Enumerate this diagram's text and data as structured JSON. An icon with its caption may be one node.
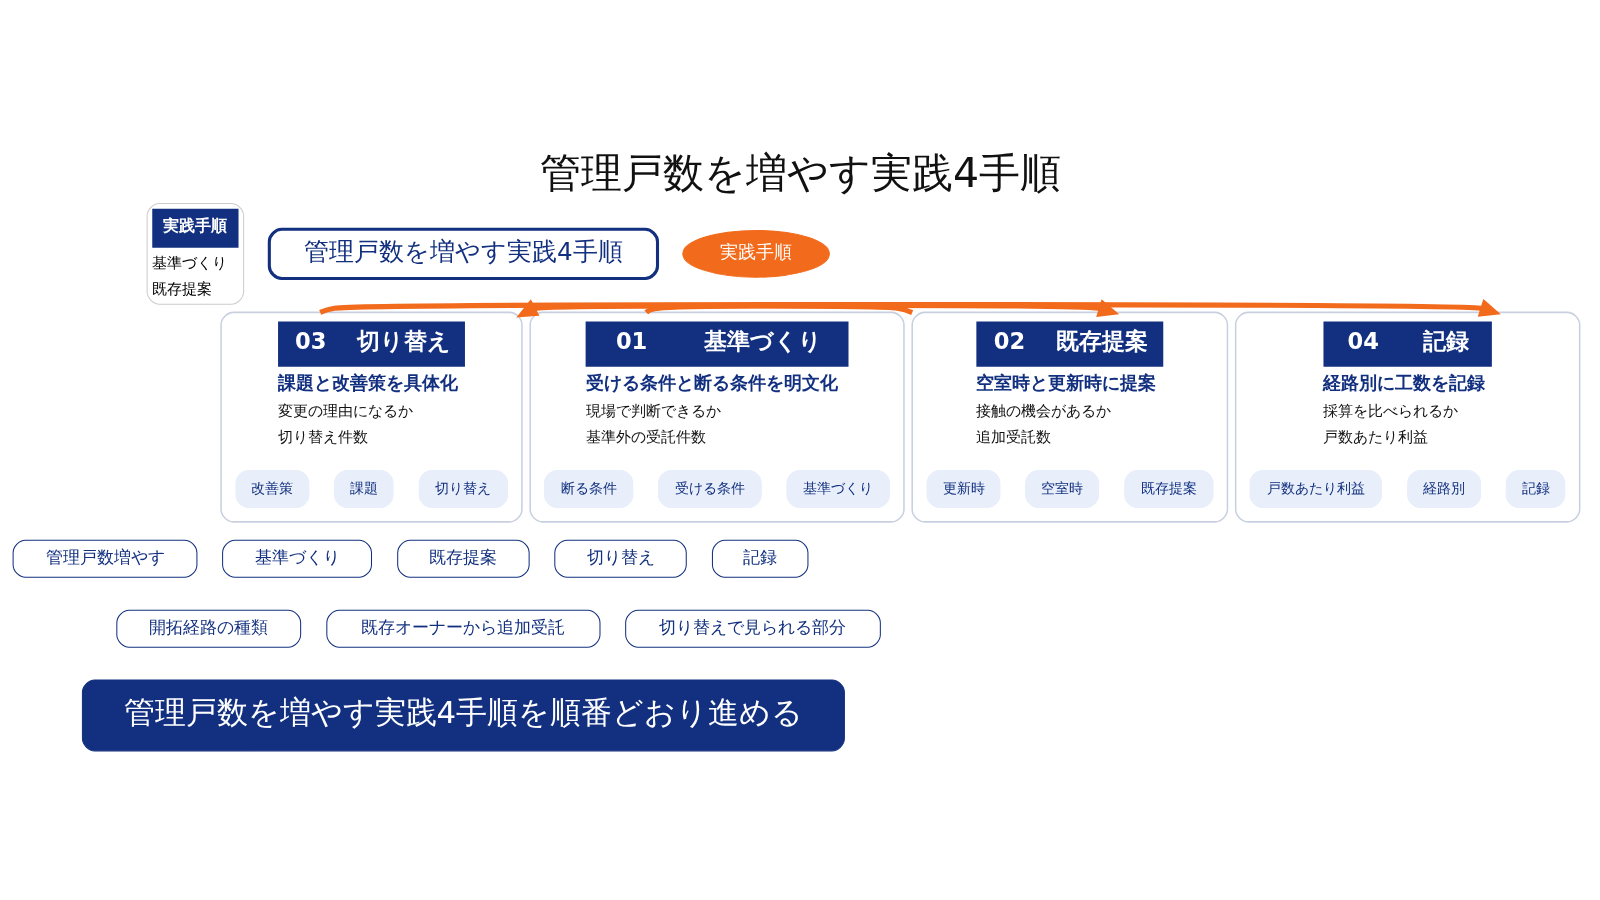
{
  "diagram": {
    "title": "管理戸数を増やす実践4手順",
    "nodes": [
      {
        "text": [
          "実践手順",
          "基準づくり",
          "既存提案"
        ]
      },
      {
        "text": [
          "管理戸数を増やす実践4手順"
        ]
      },
      {
        "text": [
          "実践手順"
        ]
      },
      {
        "text": [
          "01",
          "基準づくり",
          "受ける条件と断る条件を明文化",
          "現場で判断できるか",
          "基準外の受託件数"
        ]
      },
      {
        "text": [
          "基準づくり"
        ],
        "in": 3
      },
      {
        "text": [
          "受ける条件"
        ],
        "in": 3
      },
      {
        "text": [
          "断る条件"
        ],
        "in": 3
      },
      {
        "text": [
          "02",
          "既存提案",
          "空室時と更新時に提案",
          "接触の機会があるか",
          "追加受託数"
        ]
      },
      {
        "text": [
          "既存提案"
        ],
        "in": 7
      },
      {
        "text": [
          "空室時"
        ],
        "in": 7
      },
      {
        "text": [
          "更新時"
        ],
        "in": 7
      },
      {
        "text": [
          "03",
          "切り替え",
          "課題と改善策を具体化",
          "変更の理由になるか",
          "切り替え件数"
        ]
      },
      {
        "text": [
          "切り替え"
        ],
        "in": 11
      },
      {
        "text": [
          "課題"
        ],
        "in": 11
      },
      {
        "text": [
          "改善策"
        ],
        "in": 11
      },
      {
        "text": [
          "04",
          "記録",
          "経路別に工数を記録",
          "採算を比べられるか",
          "戸数あたり利益"
        ]
      },
      {
        "text": [
          "記録"
        ],
        "in": 15
      },
      {
        "text": [
          "経路別"
        ],
        "in": 15
      },
      {
        "text": [
          "戸数あたり利益"
        ],
        "in": 15
      },
      {
        "text": [
          "管理戸数増やす"
        ]
      },
      {
        "text": [
          "基準づくり"
        ]
      },
      {
        "text": [
          "既存提案"
        ]
      },
      {
        "text": [
          "切り替え"
        ]
      },
      {
        "text": [
          "記録"
        ]
      },
      {
        "text": [
          "開拓経路の種類"
        ]
      },
      {
        "text": [
          "既存オーナーから追加受託"
        ]
      },
      {
        "text": [
          "切り替えで見られる部分"
        ]
      },
      {
        "text": [
          "管理戸数を増やす実践4手順を順番どおり進める"
        ]
      }
    ],
    "edges": [
      {
        "from": 3,
        "to": 7,
        "arrow": "to"
      },
      {
        "from": 7,
        "to": 11,
        "arrow": "to"
      },
      {
        "from": 11,
        "to": 15,
        "arrow": "to"
      }
    ]
  }
}
